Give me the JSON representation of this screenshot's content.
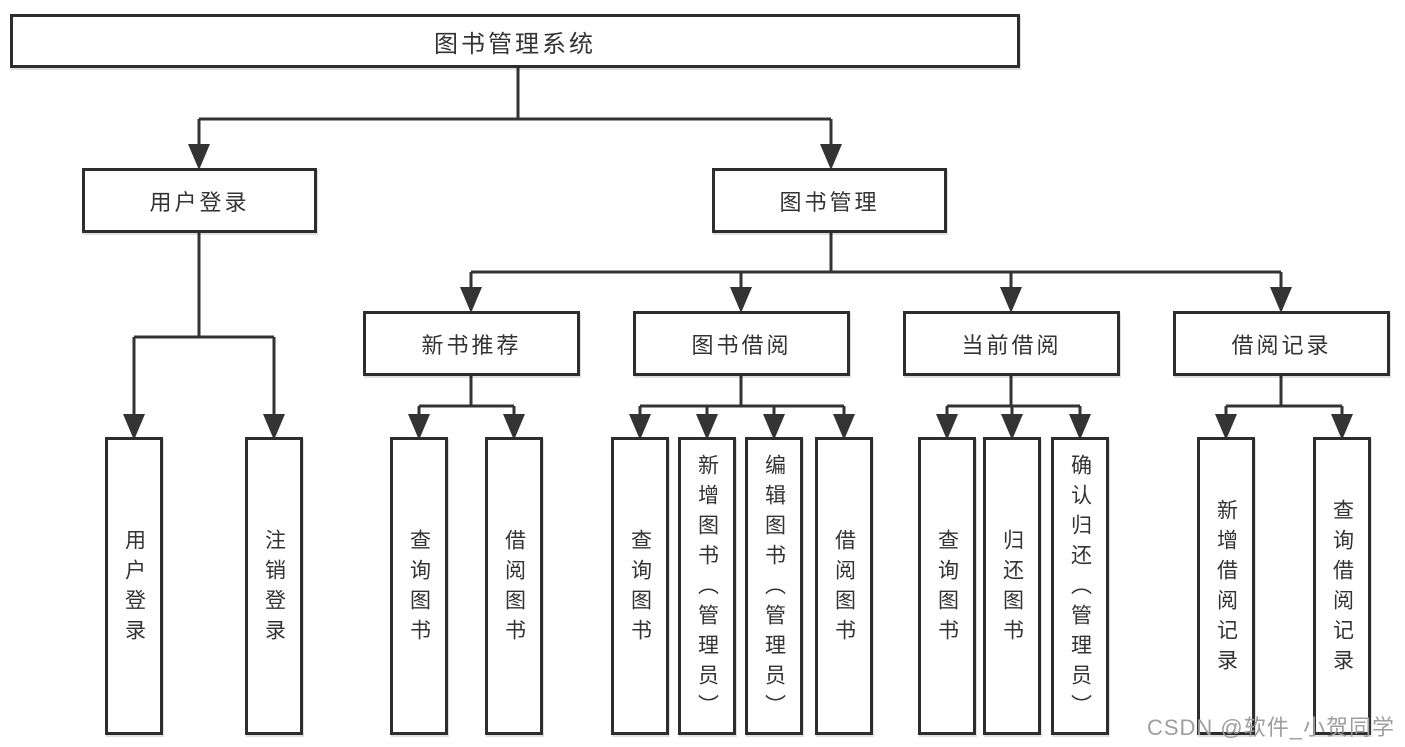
{
  "diagram": {
    "root": "图书管理系统",
    "level2": {
      "user_login": "用户登录",
      "book_mgmt": "图书管理"
    },
    "level3": {
      "new_books": "新书推荐",
      "borrowing": "图书借阅",
      "current": "当前借阅",
      "records": "借阅记录"
    },
    "leaves": {
      "user_login": [
        "用户登录",
        "注销登录"
      ],
      "new_books": [
        "查询图书",
        "借阅图书"
      ],
      "borrowing": [
        "查询图书",
        "新增图书（管理员）",
        "编辑图书（管理员）",
        "借阅图书"
      ],
      "current": [
        "查询图书",
        "归还图书",
        "确认归还（管理员）"
      ],
      "records": [
        "新增借阅记录",
        "查询借阅记录"
      ]
    }
  },
  "watermark": "CSDN @软件_小贺同学",
  "colors": {
    "line": "#333333",
    "text": "#333333",
    "watermark": "#9e9e9e"
  }
}
